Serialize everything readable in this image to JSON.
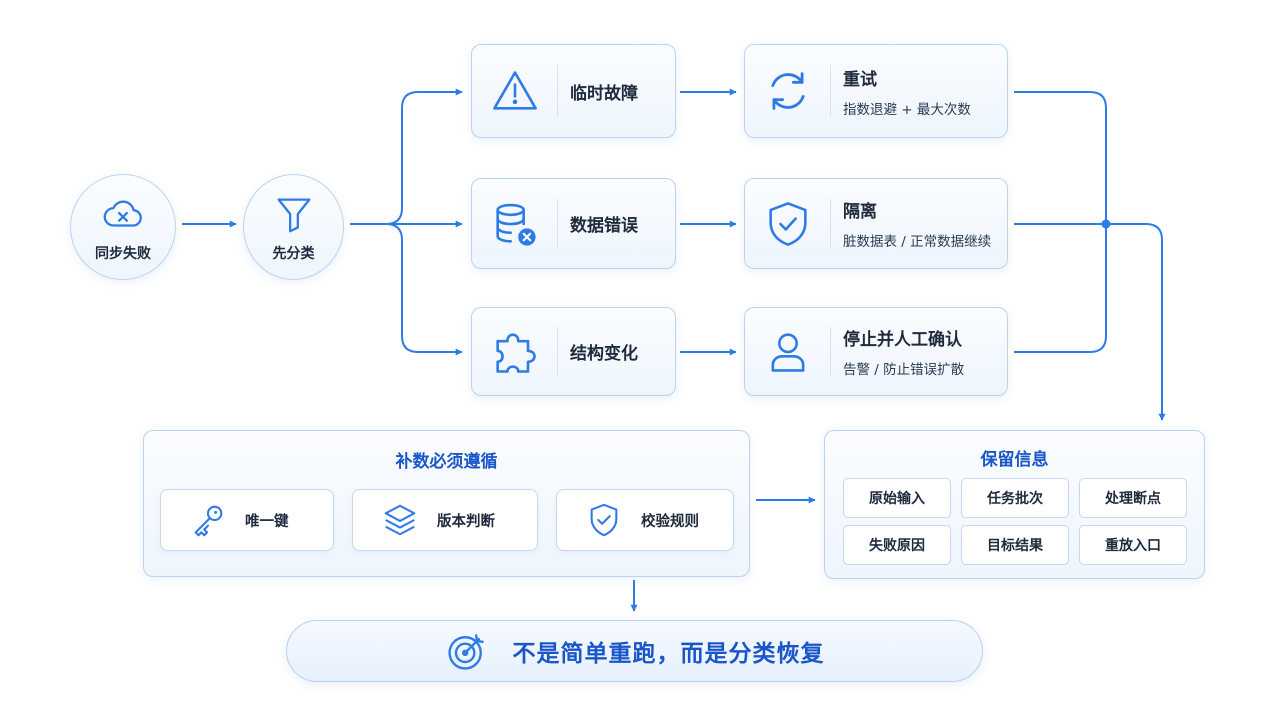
{
  "start": {
    "label": "同步失败",
    "icon": "cloud-x-icon"
  },
  "classify": {
    "label": "先分类",
    "icon": "filter-icon"
  },
  "categories": [
    {
      "title": "临时故障",
      "icon": "warning-icon"
    },
    {
      "title": "数据错误",
      "icon": "database-error-icon"
    },
    {
      "title": "结构变化",
      "icon": "puzzle-icon"
    }
  ],
  "actions": [
    {
      "title": "重试",
      "subtitle": "指数退避 + 最大次数",
      "icon": "refresh-icon"
    },
    {
      "title": "隔离",
      "subtitle": "脏数据表 / 正常数据继续",
      "icon": "shield-check-icon"
    },
    {
      "title": "停止并人工确认",
      "subtitle": "告警 / 防止错误扩散",
      "icon": "user-icon"
    }
  ],
  "rules": {
    "title": "补数必须遵循",
    "items": [
      {
        "label": "唯一键",
        "icon": "key-icon"
      },
      {
        "label": "版本判断",
        "icon": "layers-icon"
      },
      {
        "label": "校验规则",
        "icon": "shield-check-icon"
      }
    ]
  },
  "retain": {
    "title": "保留信息",
    "items": [
      "原始输入",
      "任务批次",
      "处理断点",
      "失败原因",
      "目标结果",
      "重放入口"
    ]
  },
  "conclusion": {
    "label": "不是简单重跑，而是分类恢复",
    "icon": "target-icon"
  },
  "colors": {
    "accent": "#2f7be6",
    "border": "#bcd3ef",
    "text": "#1f2a3d",
    "highlight": "#1a56c9"
  }
}
